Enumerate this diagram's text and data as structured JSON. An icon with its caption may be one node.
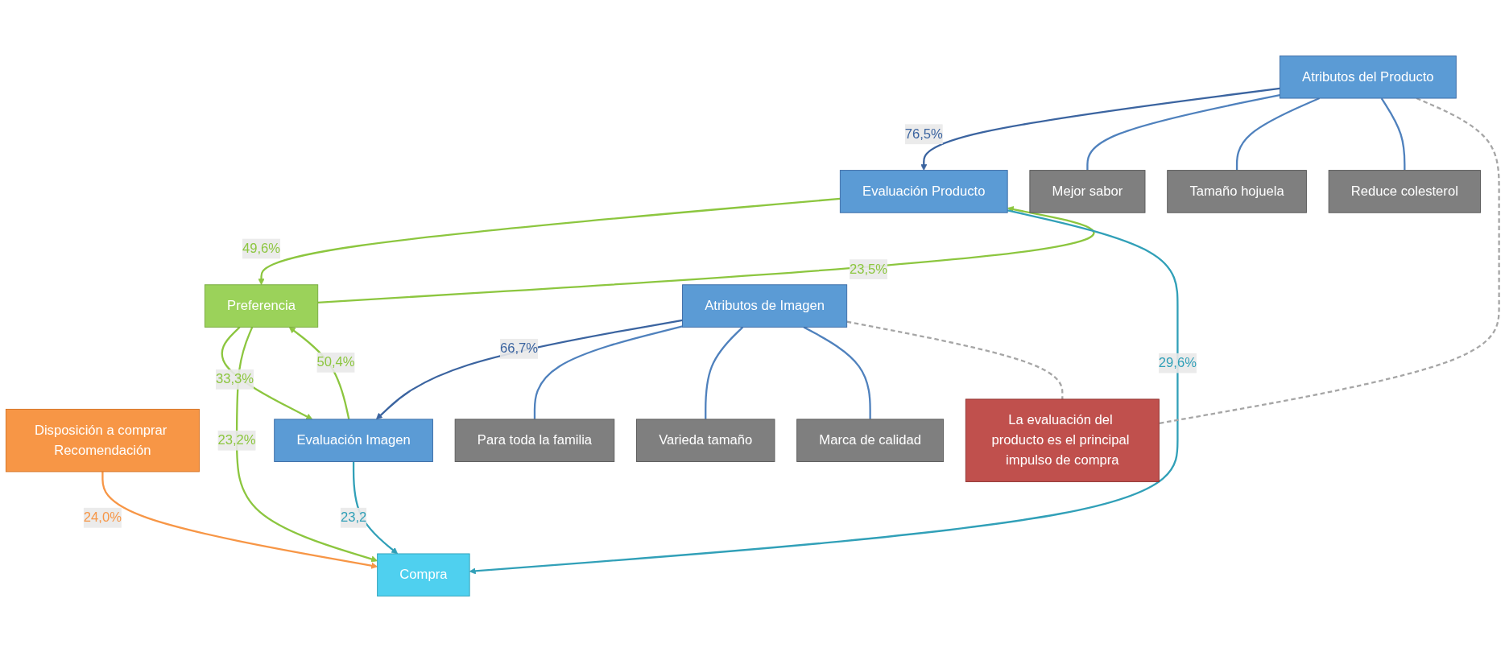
{
  "diagram": {
    "nodes": [
      {
        "text": [
          "Preferencia"
        ]
      },
      {
        "text": [
          "Evaluación Producto"
        ]
      },
      {
        "text": [
          "Evaluación Imagen"
        ]
      },
      {
        "text": [
          "Atributos del Producto"
        ]
      },
      {
        "text": [
          "Atributos de Imagen"
        ]
      },
      {
        "text": [
          "Compra"
        ]
      },
      {
        "text": [
          "Mejor sabor"
        ]
      },
      {
        "text": [
          "Tamaño hojuela"
        ]
      },
      {
        "text": [
          "Reduce colesterol"
        ]
      },
      {
        "text": [
          "Para toda la familia"
        ]
      },
      {
        "text": [
          "Varieda tamaño"
        ]
      },
      {
        "text": [
          "Marca de calidad"
        ]
      },
      {
        "text": [
          "Disposición a comprar Recomendación"
        ]
      },
      {
        "text": [
          "La evaluación del producto es el principal impulso de compra"
        ]
      }
    ],
    "edges": [
      {
        "from": 1,
        "to": 0,
        "arrow": "to",
        "label": "49,6%",
        "color": "#8cc63f"
      },
      {
        "from": 2,
        "to": 0,
        "arrow": "to",
        "label": "50,4%",
        "color": "#8cc63f"
      },
      {
        "from": 0,
        "to": 1,
        "arrow": "to",
        "label": "23,5%",
        "color": "#8cc63f"
      },
      {
        "from": 0,
        "to": 2,
        "arrow": "to",
        "label": "33,3%",
        "color": "#8cc63f"
      },
      {
        "from": 0,
        "to": 5,
        "arrow": "to",
        "label": "23,2%",
        "color": "#8cc63f"
      },
      {
        "from": 3,
        "to": 1,
        "arrow": "to",
        "label": "76,5%",
        "color": "#3b64a0"
      },
      {
        "from": 4,
        "to": 2,
        "arrow": "to",
        "label": "66,7%",
        "color": "#3b64a0"
      },
      {
        "from": 1,
        "to": 5,
        "arrow": "to",
        "label": "29,6%",
        "color": "#31a0b8"
      },
      {
        "from": 2,
        "to": 5,
        "arrow": "to",
        "label": "23,2",
        "color": "#31a0b8"
      },
      {
        "from": 12,
        "to": 5,
        "arrow": "to",
        "label": "24,0%",
        "color": "#f79646"
      },
      {
        "from": 3,
        "to": 6,
        "arrow": "none",
        "color": "#4f81bd"
      },
      {
        "from": 3,
        "to": 7,
        "arrow": "none",
        "color": "#4f81bd"
      },
      {
        "from": 3,
        "to": 8,
        "arrow": "none",
        "color": "#4f81bd"
      },
      {
        "from": 4,
        "to": 9,
        "arrow": "none",
        "color": "#4f81bd"
      },
      {
        "from": 4,
        "to": 10,
        "arrow": "none",
        "color": "#4f81bd"
      },
      {
        "from": 4,
        "to": 11,
        "arrow": "none",
        "color": "#4f81bd"
      },
      {
        "from": 3,
        "to": 13,
        "arrow": "none",
        "style": "dashed",
        "color": "#a6a6a6"
      },
      {
        "from": 4,
        "to": 13,
        "arrow": "none",
        "style": "dashed",
        "color": "#a6a6a6"
      }
    ]
  }
}
